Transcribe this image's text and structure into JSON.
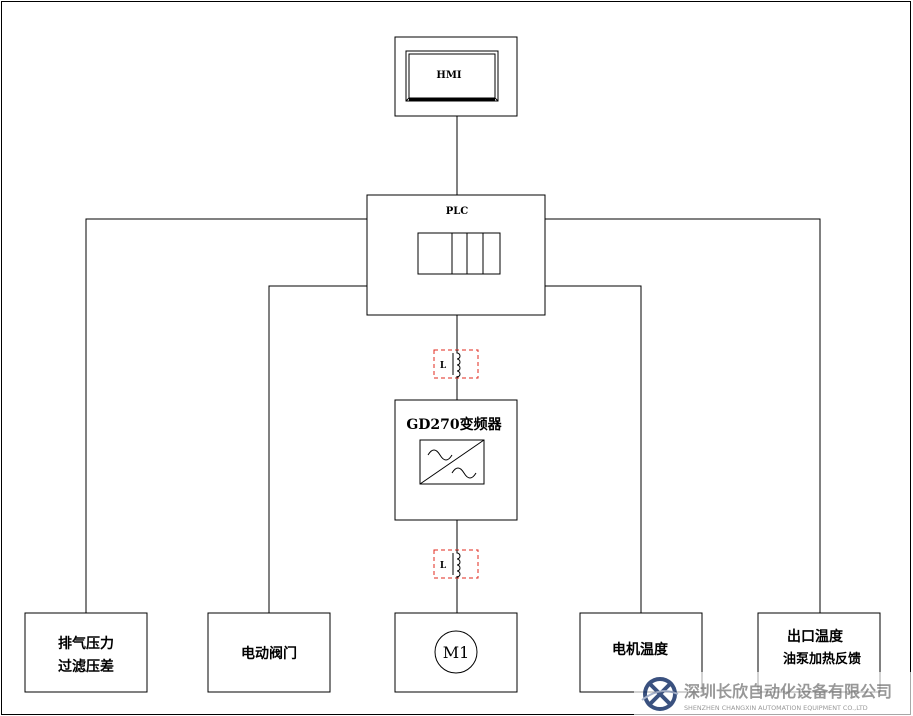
{
  "hmi": {
    "label": "HMI"
  },
  "plc": {
    "label": "PLC"
  },
  "reactor_top": {
    "label": "L"
  },
  "reactor_bottom": {
    "label": "L"
  },
  "inverter": {
    "label": "GD270变频器"
  },
  "motor": {
    "label": "M1"
  },
  "inputs": {
    "exhaust": {
      "line1": "排气压力",
      "line2": "过滤压差"
    },
    "valve": {
      "label": "电动阀门"
    },
    "motor_temp": {
      "label": "电机温度"
    },
    "outlet": {
      "line1": "出口温度",
      "line2": "油泵加热反馈"
    }
  },
  "watermark": {
    "company_cn": "深圳长欣自动化设备有限公司",
    "company_en": "SHENZHEN CHANGXIN AUTOMATION EQUIPMENT CO.,LTD"
  },
  "colors": {
    "line": "#000000",
    "reactor_frame": "#e0281e",
    "watermark_logo": "#1f3a6e",
    "watermark_text": "#8a8a8a"
  }
}
